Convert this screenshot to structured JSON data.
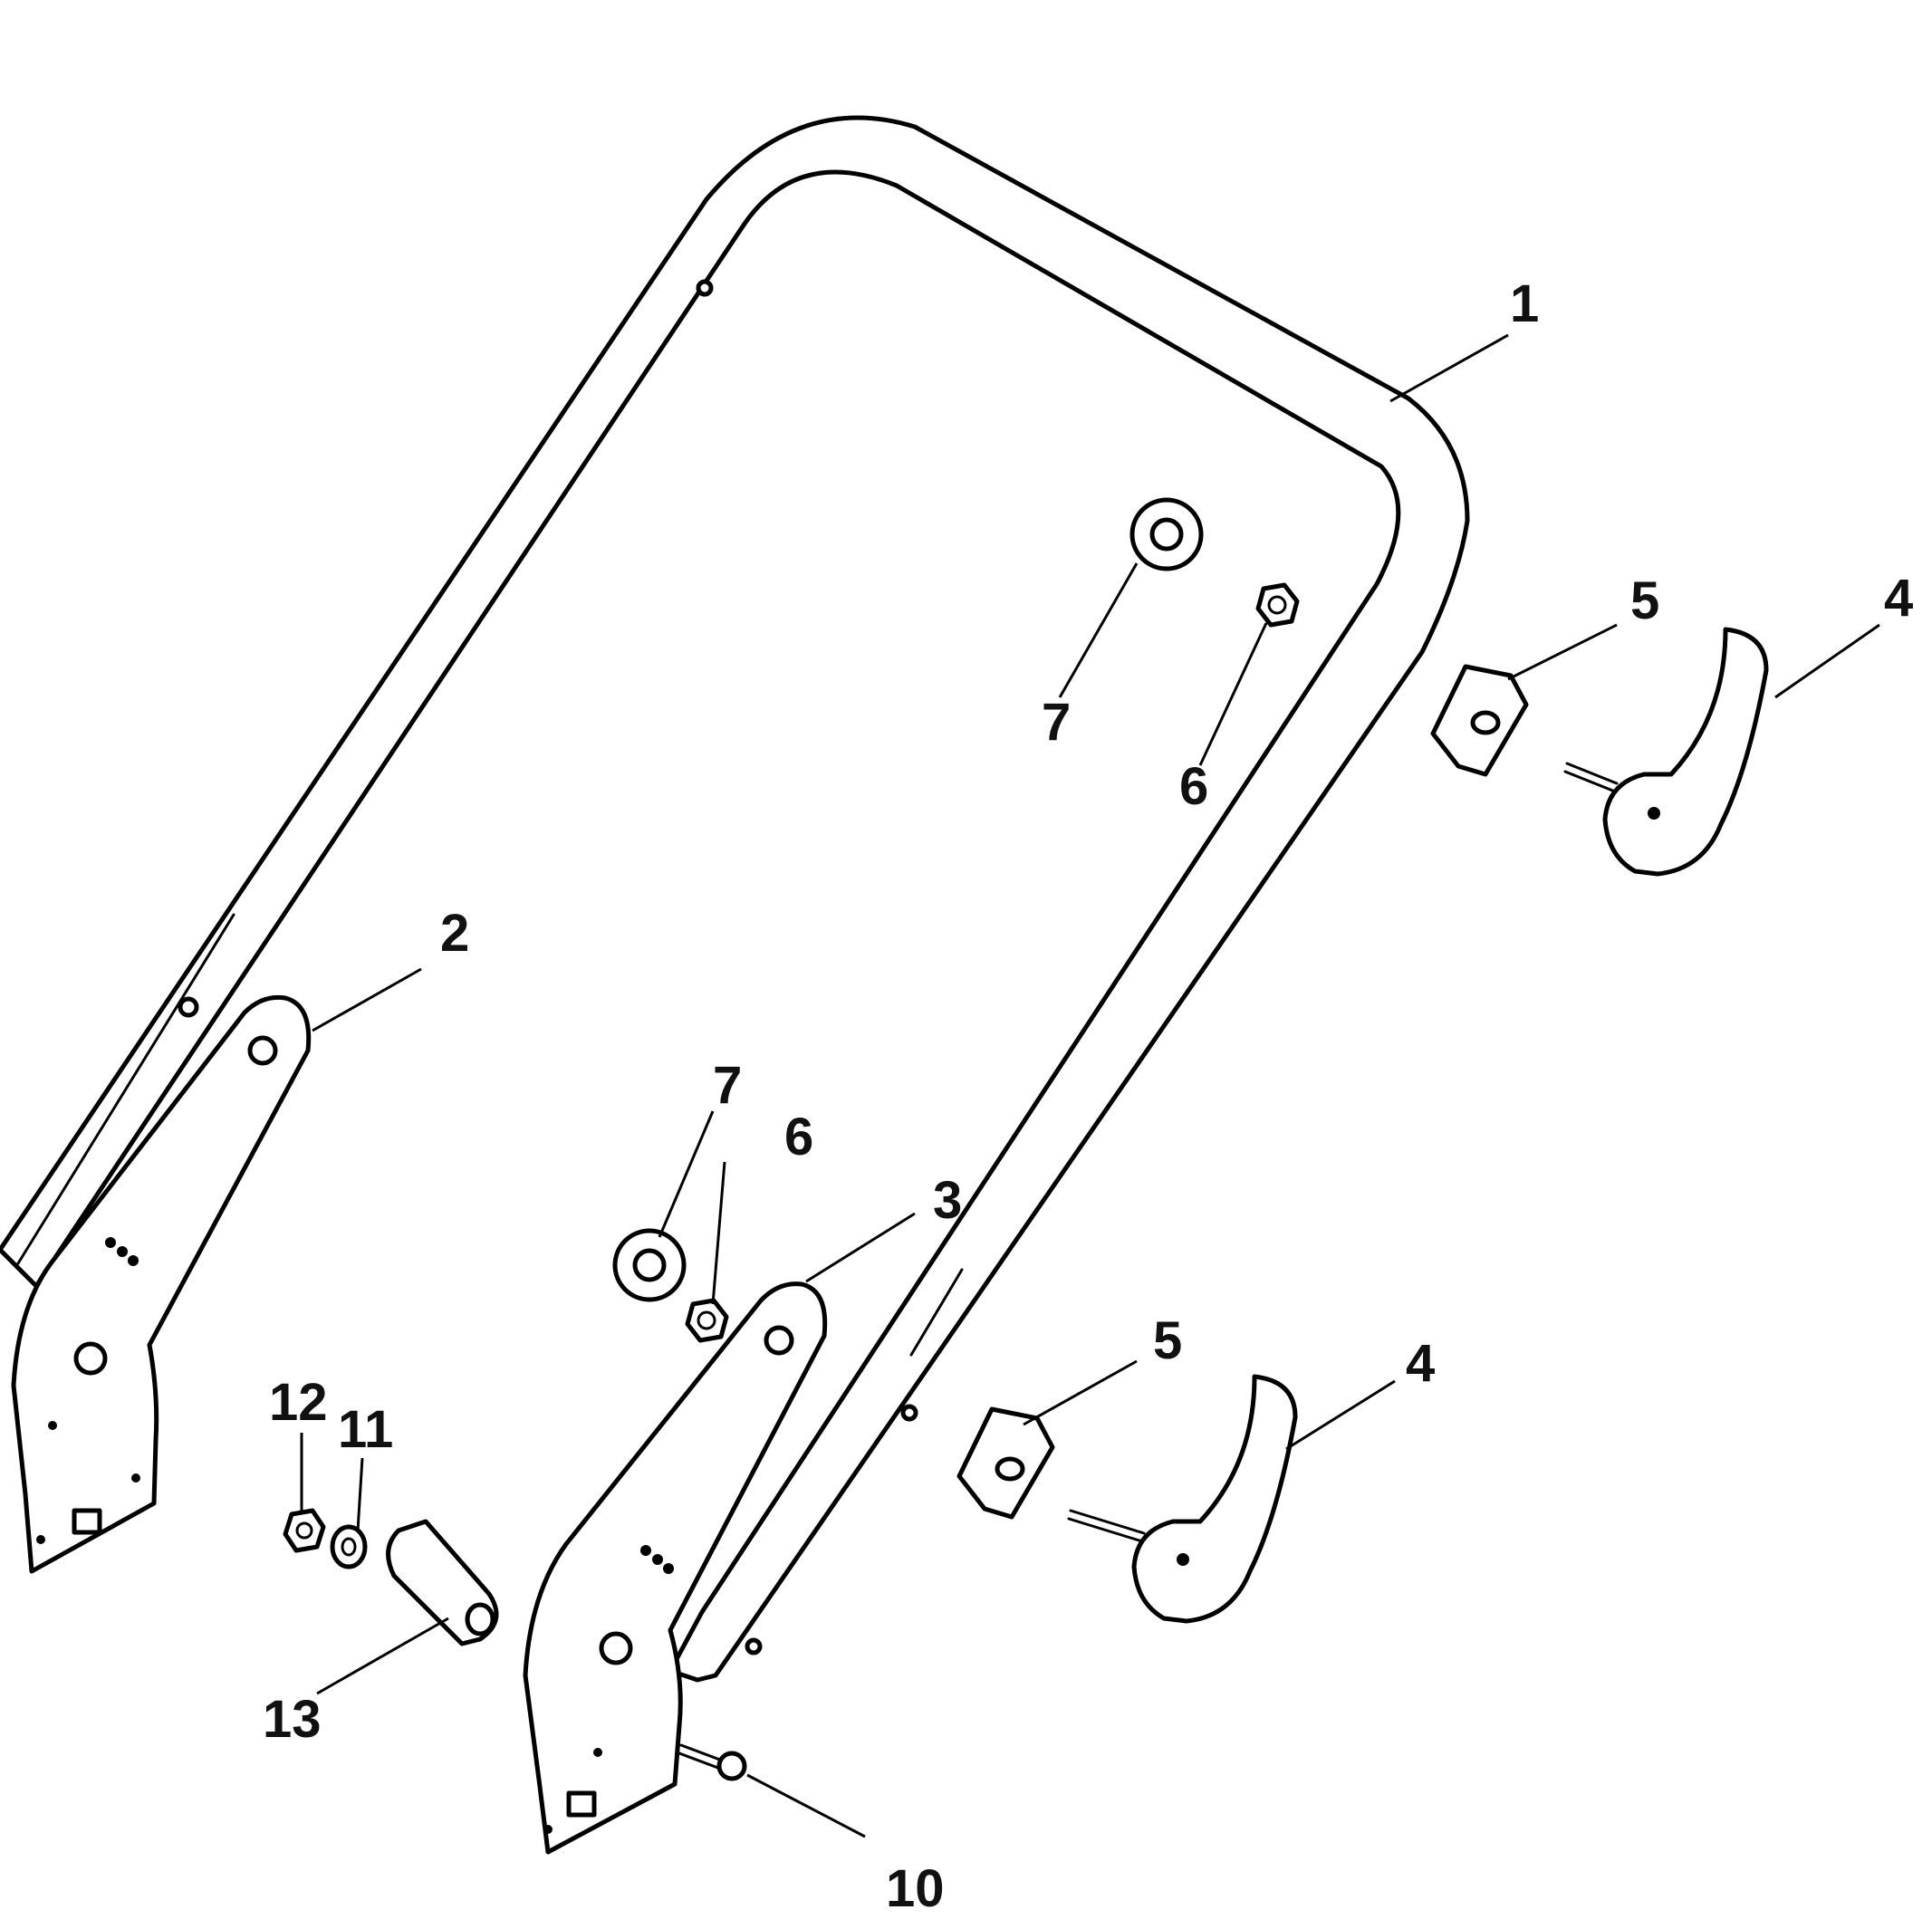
{
  "callouts": [
    {
      "id": "c1",
      "label": "1"
    },
    {
      "id": "c2",
      "label": "2"
    },
    {
      "id": "c3",
      "label": "3"
    },
    {
      "id": "c4a",
      "label": "4"
    },
    {
      "id": "c4b",
      "label": "4"
    },
    {
      "id": "c5a",
      "label": "5"
    },
    {
      "id": "c5b",
      "label": "5"
    },
    {
      "id": "c6a",
      "label": "6"
    },
    {
      "id": "c6b",
      "label": "6"
    },
    {
      "id": "c7a",
      "label": "7"
    },
    {
      "id": "c7b",
      "label": "7"
    },
    {
      "id": "c10",
      "label": "10"
    },
    {
      "id": "c11",
      "label": "11"
    },
    {
      "id": "c12",
      "label": "12"
    },
    {
      "id": "c13",
      "label": "13"
    }
  ],
  "colors": {
    "line": "#000000",
    "background": "#ffffff",
    "label": "#111111"
  }
}
